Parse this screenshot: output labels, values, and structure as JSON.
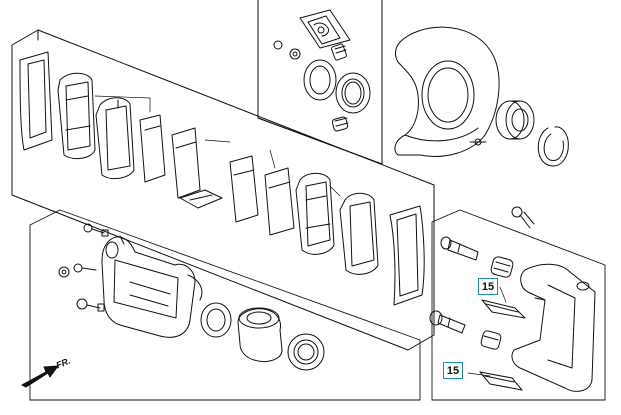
{
  "callouts": [
    {
      "number": "15"
    },
    {
      "number": "15"
    }
  ],
  "direction_label": "FR.",
  "colors": {
    "line": "#111111",
    "callout_border": "#1a8fb4",
    "background": "#ffffff"
  },
  "icons": [
    "forward-arrow-icon"
  ]
}
